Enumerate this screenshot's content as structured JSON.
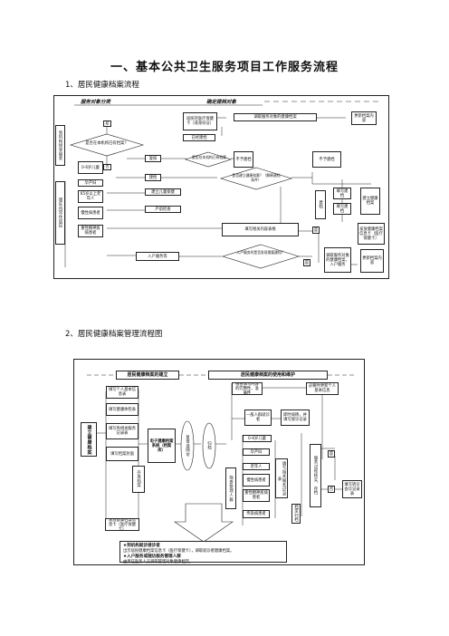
{
  "title": "一、基本公共卫生服务项目工作服务流程",
  "section1": {
    "heading": "1、居民健康档案流程",
    "hdr_left": "服务对象分类",
    "hdr_right": "确定建档对象",
    "side_label": "辖区内常住居民",
    "side_top": "到机构接受服务",
    "q_have_record": "是否在本机构已有档案？",
    "yes": "是",
    "no": "否",
    "fuhe": "复核",
    "jianda": "建档",
    "show_card": "居民持医疗保健卡（或身份证）",
    "confirm_record": "已经建档",
    "pull_record": "调取服务对象的健康档案",
    "update_content": "更新档案内容",
    "q_build": "是否建立健康档案？（解释建档条件）",
    "q_build2": "是否在本机构已有档案",
    "no_build": "不予建档",
    "group_a": "0-6岁儿童",
    "group_b": "孕产妇",
    "group_c": "65岁以上老年人",
    "group_d": "慢性病患者",
    "group_e": "重性精神疾病患者",
    "svc_a": "建立儿童保健",
    "svc_b": "产前检查",
    "q_visit": "入户服务时是否发现需要建档？",
    "fill_forms": "填写相关内容表格",
    "home_service": "入户服务等",
    "sidebar_build": "建档",
    "b1": "填写建档",
    "b2": "填写建档",
    "b3": "建立健康档案",
    "issue_card": "发放健康档案信息卡（医疗保健卡）",
    "pull_record2": "调取服务对象的健康档案，入户服务",
    "update2": "更新档案内容"
  },
  "section2": {
    "heading": "2、居民健康档案管理流程图",
    "hdr_left": "居民健康档案的建立",
    "hdr_right": "居民健康档案的使用和维护",
    "left_vert": "建立健康档案",
    "l1": "填写个人基本信息表",
    "l2": "填写健康体检表",
    "l3": "填写各相关服务记录表",
    "l4": "填写档案封面",
    "l5": "存放档案",
    "sys": "电子健康档案系统（档案库）",
    "review": "复查或随访",
    "sort": "归档",
    "top_note": "核查填写内容的完整性、准确性",
    "update_note": "必要时更新个人基本信息",
    "first_row": "一般人群就诊者",
    "first_row2": "即时病情，并填写接诊记录",
    "check": "检查",
    "c1": "0-6岁儿童",
    "c2": "孕产妇",
    "c3": "老年人",
    "c4": "慢性病患者",
    "c5": "重性精神疾病患者",
    "c6": "传染病患者",
    "fill_mgmt": "填写相关服务记录表",
    "ok_vert": "服务过程核实、存档",
    "mid_vert": "筛查管理人群",
    "return_vert": "档案归档",
    "after_fill": "填写转诊会诊记录表",
    "issue": "发放健康档案信息卡（医疗保健卡）",
    "legend_title1": "★到机构就诊接诊者",
    "legend_line1": "出示居民健康档案信息卡（医疗保健卡），调取就诊者健康档案。",
    "legend_title2": "★入户服务或随访服务管理人群",
    "legend_line2": "由责任医务人员调取管理对象健康档案。",
    "yes": "是",
    "no": "否"
  }
}
